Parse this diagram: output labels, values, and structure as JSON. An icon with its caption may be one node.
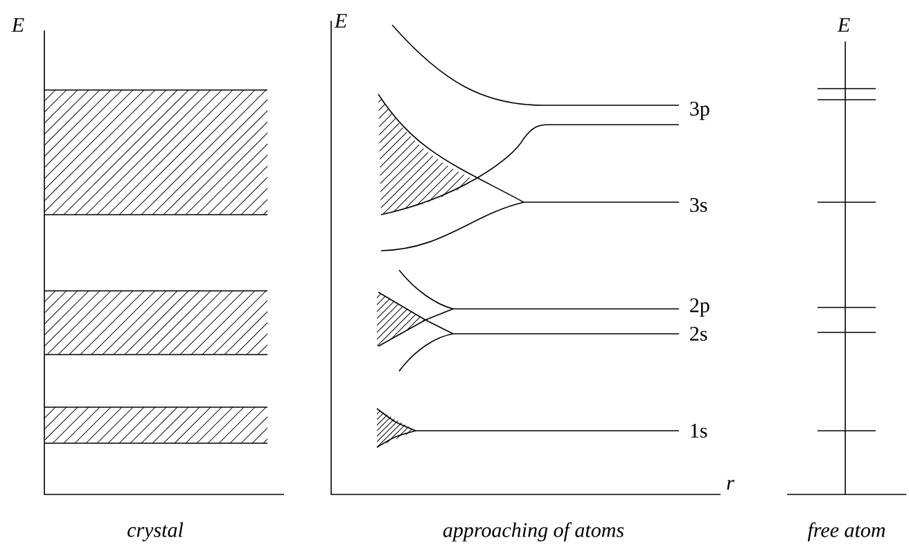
{
  "diagram": {
    "labels": [
      "E",
      "E",
      "E",
      "3p",
      "3s",
      "2p",
      "2s",
      "1s",
      "r",
      "crystal",
      "approaching of atoms",
      "free atom"
    ]
  }
}
